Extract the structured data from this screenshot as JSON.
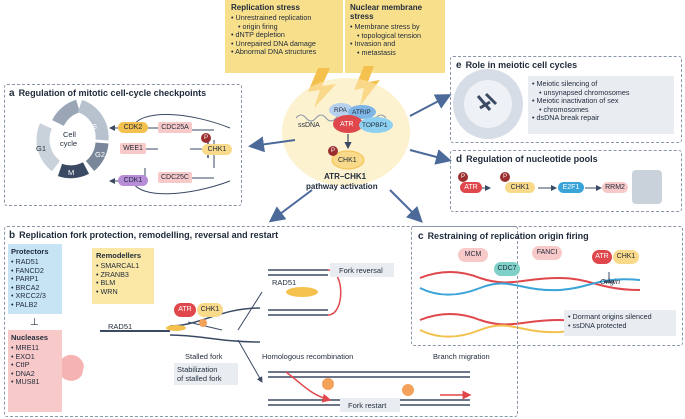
{
  "colors": {
    "yellow": "#f8df8c",
    "paleyellow": "#fbe8a6",
    "red": "#e0474c",
    "orange": "#f4c14f",
    "purple": "#b68dd6",
    "blue": "#3aa3d8",
    "pink": "#f8c9c9",
    "gray": "#dfe4ea",
    "lightblue": "#c7e4f4"
  },
  "stress": {
    "replication_title": "Replication stress",
    "replication_items": [
      "Unrestrained replication",
      "origin firing",
      "dNTP depletion",
      "Unrepaired DNA damage",
      "Abnormal DNA structures"
    ],
    "nuclear_title": "Nuclear membrane",
    "nuclear_title2": "stress",
    "nuclear_items": [
      "Membrane stress by",
      "topological tension",
      "Invasion and",
      "metastasis"
    ]
  },
  "center": {
    "rpa": "RPA",
    "atrip": "ATRIP",
    "ssdna": "ssDNA",
    "atr": "ATR",
    "topbp1": "TOPBP1",
    "chk1": "CHK1",
    "p": "P",
    "pathway1": "ATR–CHK1",
    "pathway2": "pathway activation"
  },
  "panel_a": {
    "letter": "a",
    "title": "Regulation of mitotic cell-cycle checkpoints",
    "cycle1": "Cell",
    "cycle2": "cycle",
    "g1": "G1",
    "s": "S",
    "g2": "G2",
    "m": "M",
    "cdk2": "CDK2",
    "cdk1": "CDK1",
    "wee1": "WEE1",
    "cdc25a": "CDC25A",
    "cdc25c": "CDC25C",
    "chk1": "CHK1",
    "p": "P"
  },
  "panel_e": {
    "letter": "e",
    "title": "Role in meiotic cell cycles",
    "items": [
      "Meiotic silencing of",
      "unsynapsed chromosomes",
      "Meiotic inactivation of sex",
      "chromosomes",
      "dsDNA break repair"
    ]
  },
  "panel_d": {
    "letter": "d",
    "title": "Regulation of nucleotide pools",
    "atr": "ATR",
    "chk1": "CHK1",
    "e2f1": "E2F1",
    "rrm2": "RRM2",
    "p": "P"
  },
  "panel_b": {
    "letter": "b",
    "title": "Replication fork protection, remodelling, reversal and restart",
    "protectors_title": "Protectors",
    "protectors": [
      "RAD51",
      "FANCD2",
      "PARP1",
      "BRCA2",
      "XRCC2/3",
      "PALB2"
    ],
    "nucleases_title": "Nucleases",
    "nucleases": [
      "MRE11",
      "EXO1",
      "CtIP",
      "DNA2",
      "MUS81"
    ],
    "remodellers_title": "Remodellers",
    "remodellers": [
      "SMARCAL1",
      "ZRANB3",
      "BLM",
      "WRN"
    ],
    "rad51a": "RAD51",
    "rad51b": "RAD51",
    "atr": "ATR",
    "chk1": "CHK1",
    "stalled": "Stalled fork",
    "stab1": "Stabilization",
    "stab2": "of stalled fork",
    "fork_reversal": "Fork reversal",
    "homologous": "Homologous recombination",
    "branch": "Branch migration",
    "fork_restart": "Fork restart"
  },
  "panel_c": {
    "letter": "c",
    "title": "Restraining of replication origin firing",
    "mcm": "MCM",
    "fanci": "FANCI",
    "cdc7": "CDC7",
    "atr": "ATR",
    "chk1": "CHK1",
    "origin": "Origin",
    "items": [
      "Dormant origins silenced",
      "ssDNA protected"
    ]
  }
}
